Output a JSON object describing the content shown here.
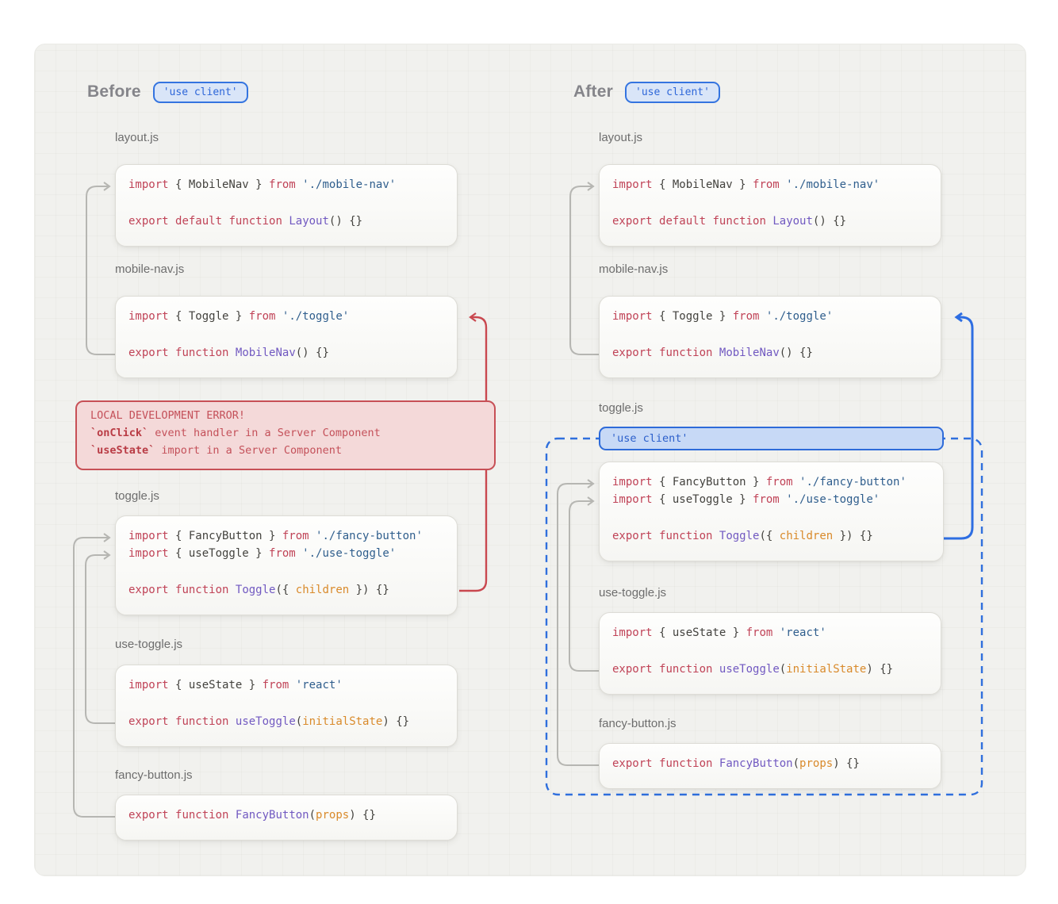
{
  "before": {
    "title": "Before",
    "badge": "'use client'",
    "files": {
      "layout": {
        "label": "layout.js",
        "lines": [
          {
            "tokens": [
              {
                "t": "k",
                "v": "import"
              },
              {
                "t": "p",
                "v": " { MobileNav } "
              },
              {
                "t": "k",
                "v": "from"
              },
              {
                "t": "p",
                "v": " "
              },
              {
                "t": "s",
                "v": "'./mobile-nav'"
              }
            ]
          },
          {
            "gap": true
          },
          {
            "tokens": [
              {
                "t": "k",
                "v": "export"
              },
              {
                "t": "p",
                "v": " "
              },
              {
                "t": "k",
                "v": "default"
              },
              {
                "t": "p",
                "v": " "
              },
              {
                "t": "k",
                "v": "function"
              },
              {
                "t": "p",
                "v": " "
              },
              {
                "t": "f",
                "v": "Layout"
              },
              {
                "t": "p",
                "v": "() {}"
              }
            ]
          }
        ]
      },
      "mobile_nav": {
        "label": "mobile-nav.js",
        "lines": [
          {
            "tokens": [
              {
                "t": "k",
                "v": "import"
              },
              {
                "t": "p",
                "v": " { Toggle } "
              },
              {
                "t": "k",
                "v": "from"
              },
              {
                "t": "p",
                "v": " "
              },
              {
                "t": "s",
                "v": "'./toggle'"
              }
            ]
          },
          {
            "gap": true
          },
          {
            "tokens": [
              {
                "t": "k",
                "v": "export"
              },
              {
                "t": "p",
                "v": " "
              },
              {
                "t": "k",
                "v": "function"
              },
              {
                "t": "p",
                "v": " "
              },
              {
                "t": "f",
                "v": "MobileNav"
              },
              {
                "t": "p",
                "v": "() {}"
              }
            ]
          }
        ]
      },
      "toggle": {
        "label": "toggle.js",
        "lines": [
          {
            "tokens": [
              {
                "t": "k",
                "v": "import"
              },
              {
                "t": "p",
                "v": " { FancyButton } "
              },
              {
                "t": "k",
                "v": "from"
              },
              {
                "t": "p",
                "v": " "
              },
              {
                "t": "s",
                "v": "'./fancy-button'"
              }
            ]
          },
          {
            "tokens": [
              {
                "t": "k",
                "v": "import"
              },
              {
                "t": "p",
                "v": " { useToggle } "
              },
              {
                "t": "k",
                "v": "from"
              },
              {
                "t": "p",
                "v": " "
              },
              {
                "t": "s",
                "v": "'./use-toggle'"
              }
            ]
          },
          {
            "gap": true
          },
          {
            "tokens": [
              {
                "t": "k",
                "v": "export"
              },
              {
                "t": "p",
                "v": " "
              },
              {
                "t": "k",
                "v": "function"
              },
              {
                "t": "p",
                "v": " "
              },
              {
                "t": "f",
                "v": "Toggle"
              },
              {
                "t": "p",
                "v": "({ "
              },
              {
                "t": "a",
                "v": "children"
              },
              {
                "t": "p",
                "v": " }) {}"
              }
            ]
          }
        ]
      },
      "use_toggle": {
        "label": "use-toggle.js",
        "lines": [
          {
            "tokens": [
              {
                "t": "k",
                "v": "import"
              },
              {
                "t": "p",
                "v": " { useState } "
              },
              {
                "t": "k",
                "v": "from"
              },
              {
                "t": "p",
                "v": " "
              },
              {
                "t": "s",
                "v": "'react'"
              }
            ]
          },
          {
            "gap": true
          },
          {
            "tokens": [
              {
                "t": "k",
                "v": "export"
              },
              {
                "t": "p",
                "v": " "
              },
              {
                "t": "k",
                "v": "function"
              },
              {
                "t": "p",
                "v": " "
              },
              {
                "t": "f",
                "v": "useToggle"
              },
              {
                "t": "p",
                "v": "("
              },
              {
                "t": "a",
                "v": "initialState"
              },
              {
                "t": "p",
                "v": ") {}"
              }
            ]
          }
        ]
      },
      "fancy_button": {
        "label": "fancy-button.js",
        "lines": [
          {
            "tokens": [
              {
                "t": "k",
                "v": "export"
              },
              {
                "t": "p",
                "v": " "
              },
              {
                "t": "k",
                "v": "function"
              },
              {
                "t": "p",
                "v": " "
              },
              {
                "t": "f",
                "v": "FancyButton"
              },
              {
                "t": "p",
                "v": "("
              },
              {
                "t": "a",
                "v": "props"
              },
              {
                "t": "p",
                "v": ") {}"
              }
            ]
          }
        ]
      }
    },
    "error": {
      "lines": [
        {
          "tokens": [
            {
              "t": "ep",
              "v": "LOCAL DEVELOPMENT ERROR!"
            }
          ]
        },
        {
          "tokens": [
            {
              "t": "eb",
              "v": "`onClick`"
            },
            {
              "t": "ep",
              "v": " event handler in a Server Component"
            }
          ]
        },
        {
          "tokens": [
            {
              "t": "eb",
              "v": "`useState`"
            },
            {
              "t": "ep",
              "v": " import in a Server Component"
            }
          ]
        }
      ]
    }
  },
  "after": {
    "title": "After",
    "badge": "'use client'",
    "directive_badge": "'use client'",
    "files": {
      "layout": {
        "label": "layout.js",
        "lines": [
          {
            "tokens": [
              {
                "t": "k",
                "v": "import"
              },
              {
                "t": "p",
                "v": " { MobileNav } "
              },
              {
                "t": "k",
                "v": "from"
              },
              {
                "t": "p",
                "v": " "
              },
              {
                "t": "s",
                "v": "'./mobile-nav'"
              }
            ]
          },
          {
            "gap": true
          },
          {
            "tokens": [
              {
                "t": "k",
                "v": "export"
              },
              {
                "t": "p",
                "v": " "
              },
              {
                "t": "k",
                "v": "default"
              },
              {
                "t": "p",
                "v": " "
              },
              {
                "t": "k",
                "v": "function"
              },
              {
                "t": "p",
                "v": " "
              },
              {
                "t": "f",
                "v": "Layout"
              },
              {
                "t": "p",
                "v": "() {}"
              }
            ]
          }
        ]
      },
      "mobile_nav": {
        "label": "mobile-nav.js",
        "lines": [
          {
            "tokens": [
              {
                "t": "k",
                "v": "import"
              },
              {
                "t": "p",
                "v": " { Toggle } "
              },
              {
                "t": "k",
                "v": "from"
              },
              {
                "t": "p",
                "v": " "
              },
              {
                "t": "s",
                "v": "'./toggle'"
              }
            ]
          },
          {
            "gap": true
          },
          {
            "tokens": [
              {
                "t": "k",
                "v": "export"
              },
              {
                "t": "p",
                "v": " "
              },
              {
                "t": "k",
                "v": "function"
              },
              {
                "t": "p",
                "v": " "
              },
              {
                "t": "f",
                "v": "MobileNav"
              },
              {
                "t": "p",
                "v": "() {}"
              }
            ]
          }
        ]
      },
      "toggle": {
        "label": "toggle.js",
        "lines": [
          {
            "tokens": [
              {
                "t": "k",
                "v": "import"
              },
              {
                "t": "p",
                "v": " { FancyButton } "
              },
              {
                "t": "k",
                "v": "from"
              },
              {
                "t": "p",
                "v": " "
              },
              {
                "t": "s",
                "v": "'./fancy-button'"
              }
            ]
          },
          {
            "tokens": [
              {
                "t": "k",
                "v": "import"
              },
              {
                "t": "p",
                "v": " { useToggle } "
              },
              {
                "t": "k",
                "v": "from"
              },
              {
                "t": "p",
                "v": " "
              },
              {
                "t": "s",
                "v": "'./use-toggle'"
              }
            ]
          },
          {
            "gap": true
          },
          {
            "tokens": [
              {
                "t": "k",
                "v": "export"
              },
              {
                "t": "p",
                "v": " "
              },
              {
                "t": "k",
                "v": "function"
              },
              {
                "t": "p",
                "v": " "
              },
              {
                "t": "f",
                "v": "Toggle"
              },
              {
                "t": "p",
                "v": "({ "
              },
              {
                "t": "a",
                "v": "children"
              },
              {
                "t": "p",
                "v": " }) {}"
              }
            ]
          }
        ]
      },
      "use_toggle": {
        "label": "use-toggle.js",
        "lines": [
          {
            "tokens": [
              {
                "t": "k",
                "v": "import"
              },
              {
                "t": "p",
                "v": " { useState } "
              },
              {
                "t": "k",
                "v": "from"
              },
              {
                "t": "p",
                "v": " "
              },
              {
                "t": "s",
                "v": "'react'"
              }
            ]
          },
          {
            "gap": true
          },
          {
            "tokens": [
              {
                "t": "k",
                "v": "export"
              },
              {
                "t": "p",
                "v": " "
              },
              {
                "t": "k",
                "v": "function"
              },
              {
                "t": "p",
                "v": " "
              },
              {
                "t": "f",
                "v": "useToggle"
              },
              {
                "t": "p",
                "v": "("
              },
              {
                "t": "a",
                "v": "initialState"
              },
              {
                "t": "p",
                "v": ") {}"
              }
            ]
          }
        ]
      },
      "fancy_button": {
        "label": "fancy-button.js",
        "lines": [
          {
            "tokens": [
              {
                "t": "k",
                "v": "export"
              },
              {
                "t": "p",
                "v": " "
              },
              {
                "t": "k",
                "v": "function"
              },
              {
                "t": "p",
                "v": " "
              },
              {
                "t": "f",
                "v": "FancyButton"
              },
              {
                "t": "p",
                "v": "("
              },
              {
                "t": "a",
                "v": "props"
              },
              {
                "t": "p",
                "v": ") {}"
              }
            ]
          }
        ]
      }
    }
  },
  "colors": {
    "keyword": "#c04357",
    "string": "#2f5e8d",
    "function": "#7159c1",
    "param": "#d98a2b",
    "error_red": "#c75056",
    "client_blue": "#2e6bd9",
    "arrow_gray": "#b6b6b2"
  }
}
